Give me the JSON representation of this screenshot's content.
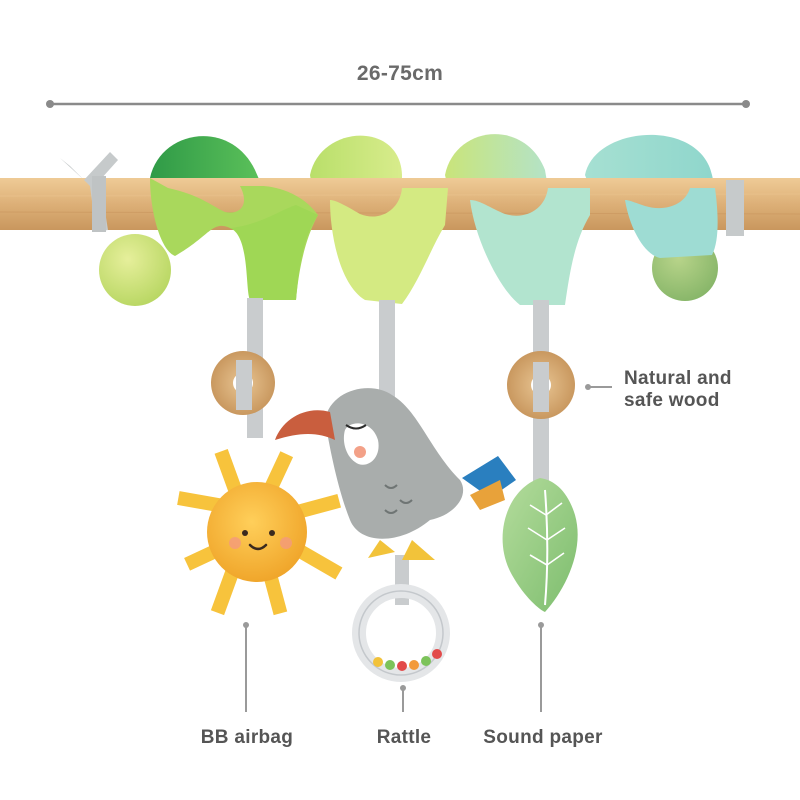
{
  "dimension": {
    "text": "26-75cm"
  },
  "callouts": {
    "wood_line1": "Natural and",
    "wood_line2": "safe wood",
    "bb_airbag": "BB airbag",
    "rattle": "Rattle",
    "sound_paper": "Sound paper"
  },
  "colors": {
    "background": "#ffffff",
    "rod": "#dfb27a",
    "spiral_dark_green": "#2f9a47",
    "spiral_light_green": "#c7e06e",
    "spiral_mint": "#9fddd0",
    "sun": "#f7b73a",
    "bird_body": "#a9adac",
    "bird_beak": "#c95e3e",
    "leaf": "#9acb84",
    "wood_ring": "#d9ae7a",
    "label_text": "#555555"
  }
}
